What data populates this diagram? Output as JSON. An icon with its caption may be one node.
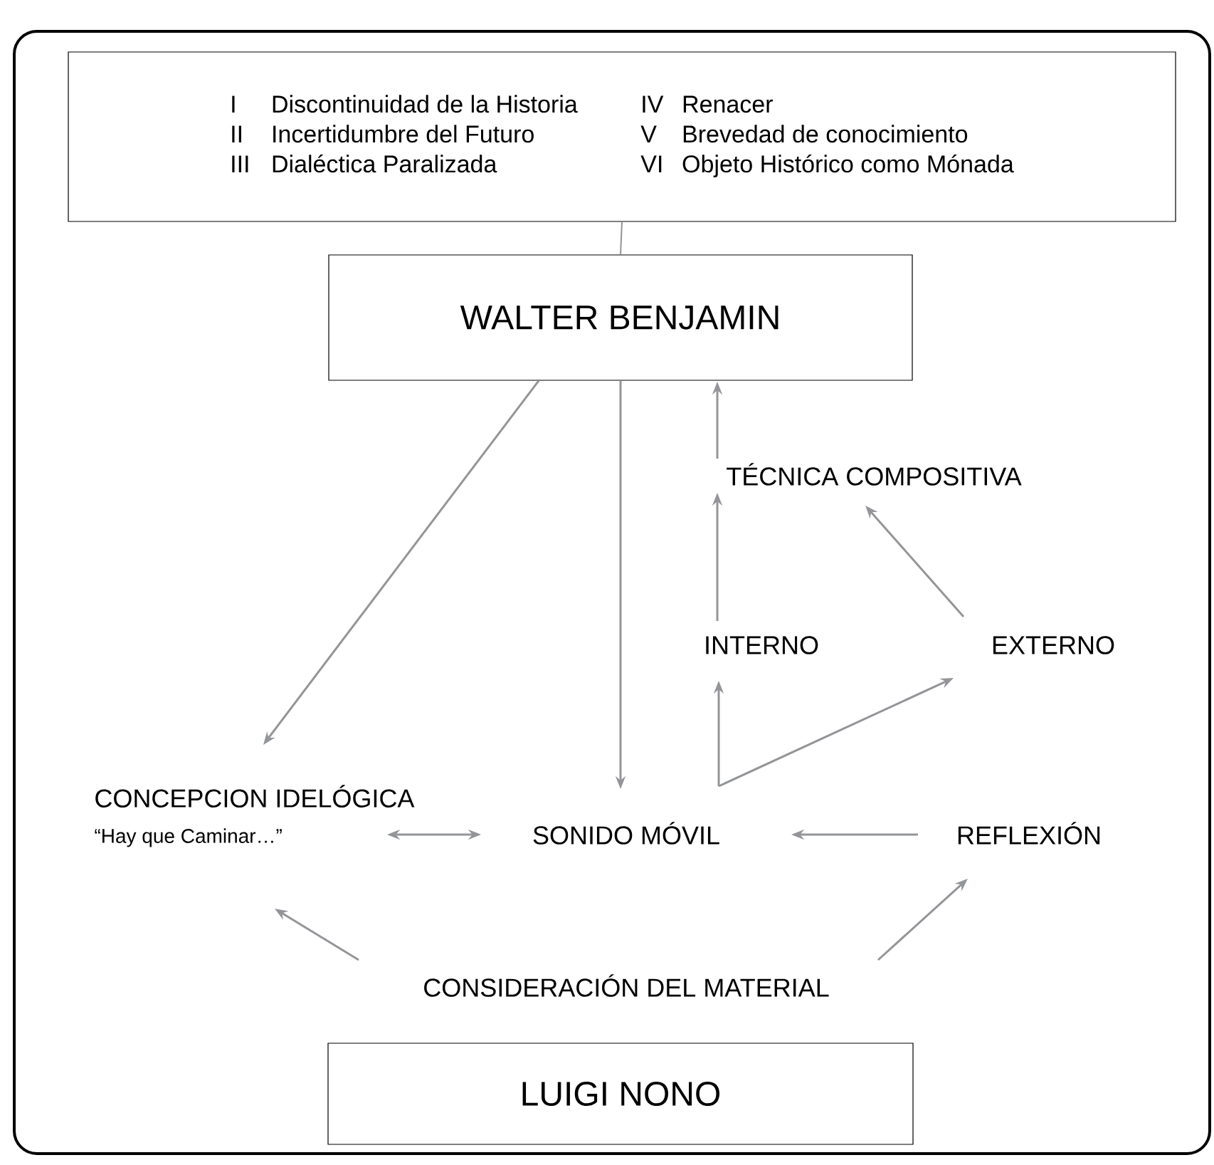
{
  "diagram": {
    "nodes": [
      {
        "text": [
          "I",
          "Discontinuidad de la Historia",
          "II",
          "Incertidumbre del Futuro",
          "III",
          "Dialéctica Paralizada",
          "IV",
          "Renacer",
          "V",
          "Brevedad de conocimiento",
          "VI",
          "Objeto Histórico como Mónada"
        ]
      },
      {
        "text": [
          "WALTER BENJAMIN"
        ]
      },
      {
        "text": [
          "TÉCNICA COMPOSITIVA"
        ]
      },
      {
        "text": [
          "INTERNO"
        ]
      },
      {
        "text": [
          "EXTERNO"
        ]
      },
      {
        "text": [
          "CONCEPCION IDELÓGICA",
          "“Hay que Caminar…”"
        ]
      },
      {
        "text": [
          "SONIDO MÓVIL"
        ]
      },
      {
        "text": [
          "REFLEXIÓN"
        ]
      },
      {
        "text": [
          "CONSIDERACIÓN DEL MATERIAL"
        ]
      },
      {
        "text": [
          "LUIGI NONO"
        ]
      }
    ],
    "edges": [
      {
        "from": 0,
        "to": 1,
        "arrow": "none"
      },
      {
        "from": 1,
        "to": 5,
        "arrow": "to"
      },
      {
        "from": 1,
        "to": 6,
        "arrow": "to"
      },
      {
        "from": 2,
        "to": 1,
        "arrow": "to"
      },
      {
        "from": 3,
        "to": 2,
        "arrow": "to"
      },
      {
        "from": 4,
        "to": 2,
        "arrow": "to"
      },
      {
        "from": 6,
        "to": 3,
        "arrow": "to"
      },
      {
        "from": 6,
        "to": 4,
        "arrow": "to"
      },
      {
        "from": 5,
        "to": 6,
        "arrow": "both"
      },
      {
        "from": 7,
        "to": 6,
        "arrow": "to"
      },
      {
        "from": 8,
        "to": 5,
        "arrow": "to"
      },
      {
        "from": 8,
        "to": 7,
        "arrow": "to"
      }
    ]
  }
}
